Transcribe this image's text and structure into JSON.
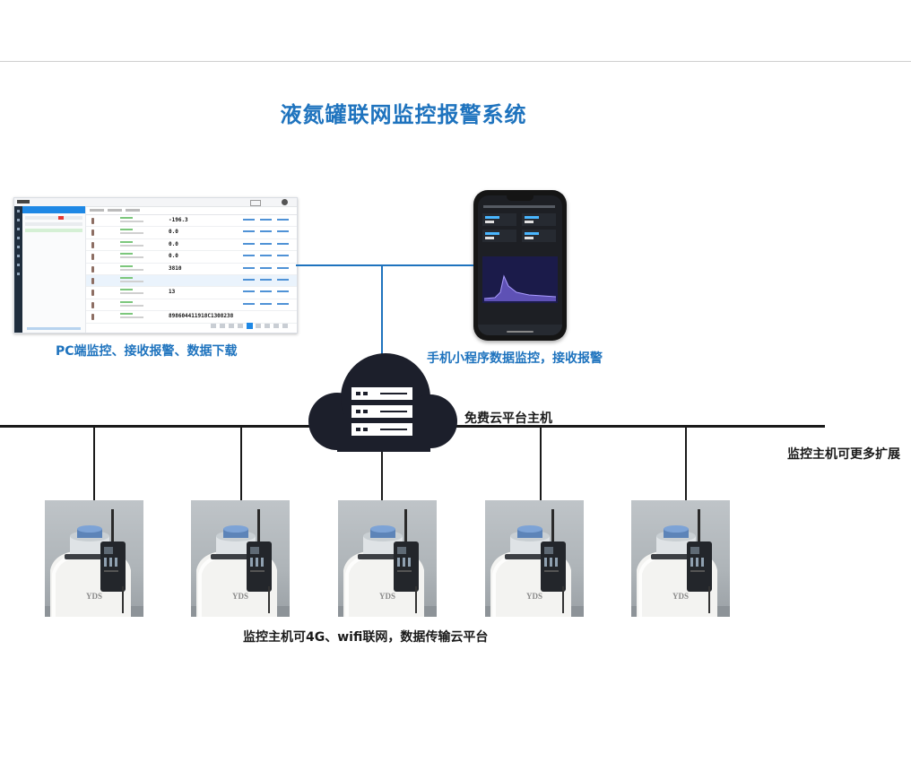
{
  "title": "液氮罐联网监控报警系统",
  "pc": {
    "caption": "PC端监控、接收报警、数据下载",
    "readings": [
      "-196.3",
      "0.0",
      "0.0",
      "0.0",
      "3810",
      "",
      "13",
      "",
      "898604411918C1308238"
    ]
  },
  "phone": {
    "caption": "手机小程序数据监控，接收报警"
  },
  "cloud": {
    "label": "免费云平台主机",
    "icon": "server-cloud-icon"
  },
  "expand_note": "监控主机可更多扩展",
  "devices": {
    "caption": "监控主机可4G、wifi联网，数据传输云平台",
    "count": 5,
    "tank_label": "YDS"
  },
  "colors": {
    "accent": "#1e73be",
    "line": "#1a1a1a",
    "cloud": "#1c1f2b"
  }
}
